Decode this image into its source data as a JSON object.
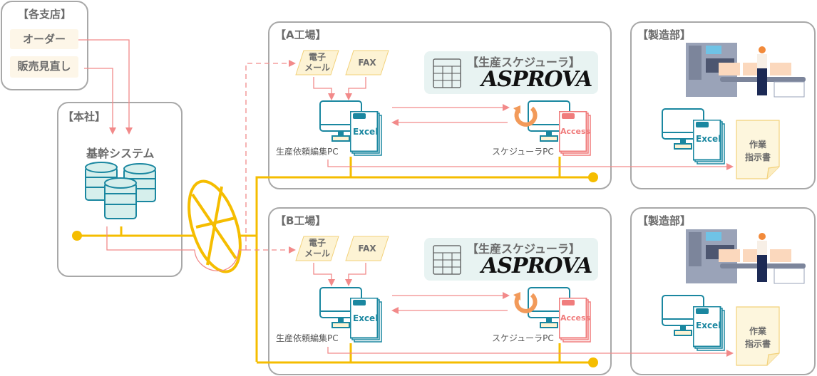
{
  "branch": {
    "title": "【各支店】",
    "items": [
      "オーダー",
      "販売見直し"
    ]
  },
  "hq": {
    "title": "【本社】",
    "system_label": "基幹システム",
    "icon": "database-stack-icon"
  },
  "factories": [
    {
      "title": "【A工場】",
      "inputs": [
        "電子\nメール",
        "FAX"
      ],
      "input_email_line1": "電子",
      "input_email_line2": "メール",
      "input_fax": "FAX",
      "request_pc_label": "生産依頼編集PC",
      "request_pc_doc": "Excel",
      "scheduler_title": "【生産スケジューラ】",
      "scheduler_logo": "ASPROVA",
      "scheduler_pc_label": "スケジューラPC",
      "scheduler_pc_doc": "Access"
    },
    {
      "title": "【B工場】",
      "input_email_line1": "電子",
      "input_email_line2": "メール",
      "input_fax": "FAX",
      "request_pc_label": "生産依頼編集PC",
      "request_pc_doc": "Excel",
      "scheduler_title": "【生産スケジューラ】",
      "scheduler_logo": "ASPROVA",
      "scheduler_pc_label": "スケジューラPC",
      "scheduler_pc_doc": "Access"
    }
  ],
  "manufacturing": [
    {
      "title": "【製造部】",
      "doc": "Excel",
      "instruction_line1": "作業",
      "instruction_line2": "指示書",
      "illustration": "factory-conveyor-worker-icon"
    },
    {
      "title": "【製造部】",
      "doc": "Excel",
      "instruction_line1": "作業",
      "instruction_line2": "指示書",
      "illustration": "factory-conveyor-worker-icon"
    }
  ],
  "colors": {
    "network": "#f5bd00",
    "flow": "#f28a8a",
    "teal": "#1a87a0",
    "access": "#f07c7c",
    "border": "#a8a8a8",
    "chip_bg": "#fdf6e8",
    "sched_bg": "#e8f3f2",
    "refresh": "#f29a5a"
  }
}
